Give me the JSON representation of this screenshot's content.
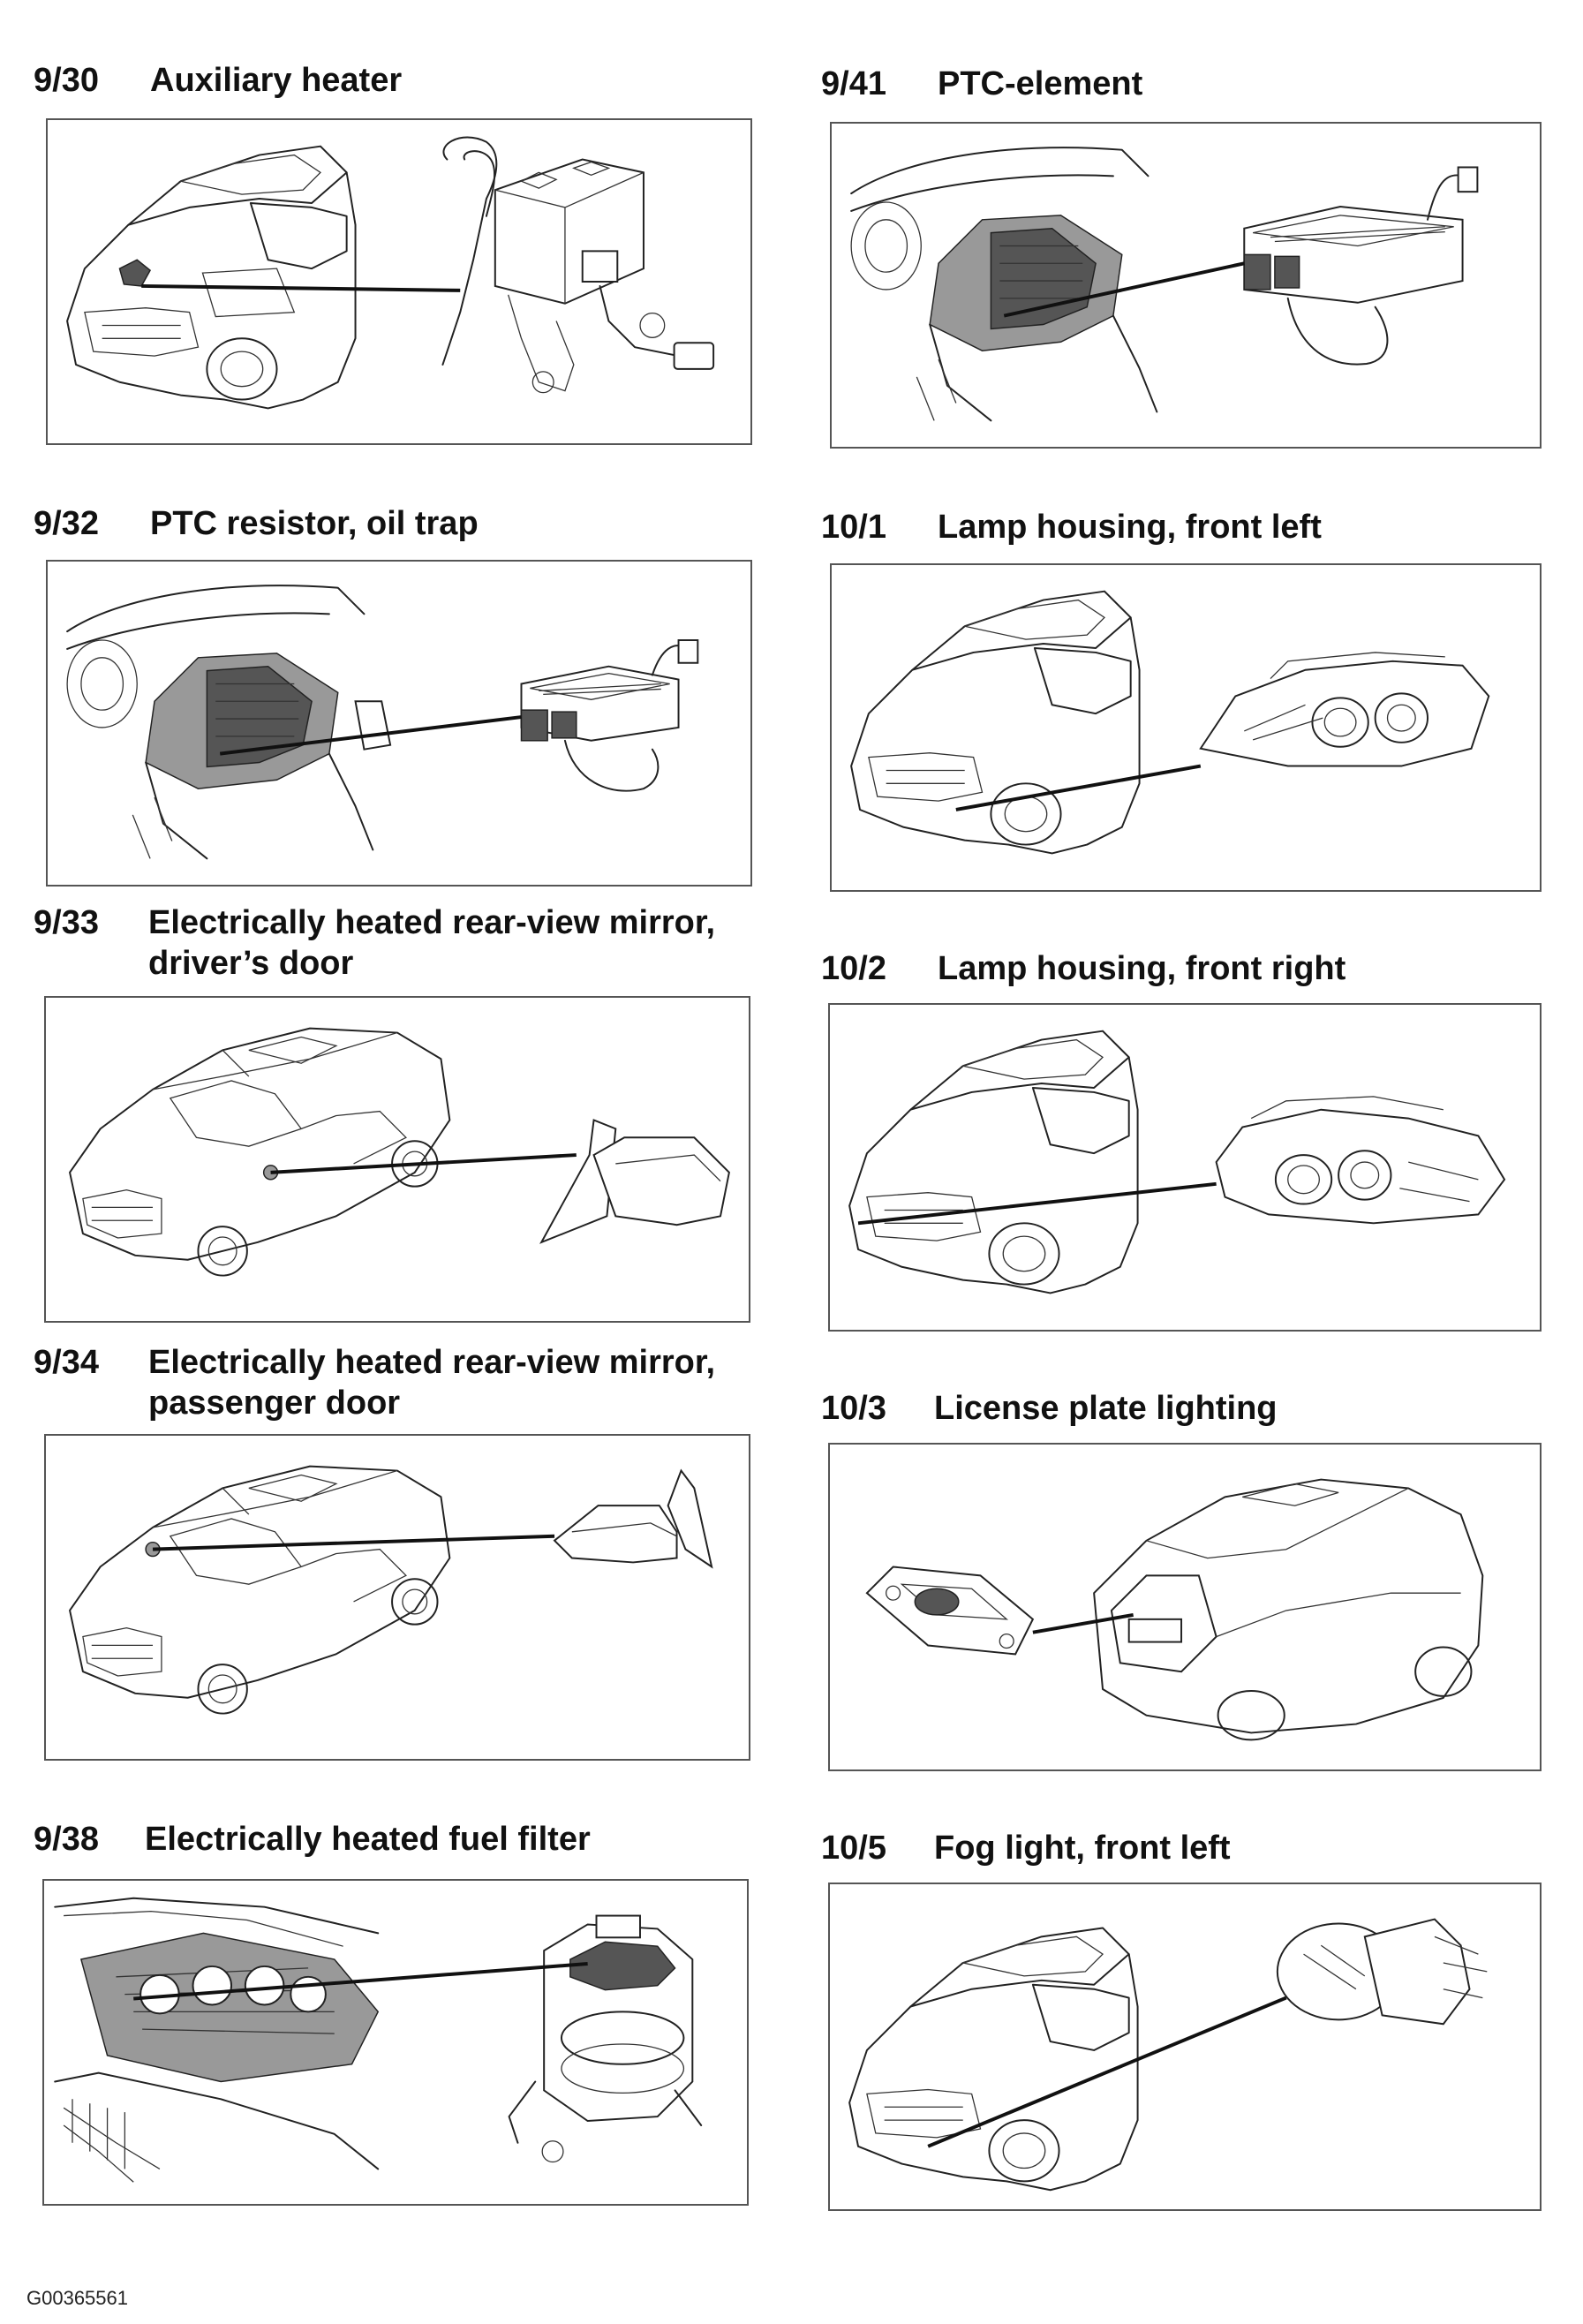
{
  "entries": [
    {
      "code": "9/30",
      "title_lines": [
        "Auxiliary heater"
      ]
    },
    {
      "code": "9/41",
      "title_lines": [
        "PTC-element"
      ]
    },
    {
      "code": "9/32",
      "title_lines": [
        "PTC resistor, oil trap"
      ]
    },
    {
      "code": "10/1",
      "title_lines": [
        "Lamp housing, front left"
      ]
    },
    {
      "code": "9/33",
      "title_lines": [
        "Electrically heated rear-view mirror,",
        "driver’s door"
      ]
    },
    {
      "code": "10/2",
      "title_lines": [
        "Lamp housing, front right"
      ]
    },
    {
      "code": "9/34",
      "title_lines": [
        "Electrically heated rear-view mirror,",
        "passenger door"
      ]
    },
    {
      "code": "10/3",
      "title_lines": [
        "License plate lighting"
      ]
    },
    {
      "code": "9/38",
      "title_lines": [
        "Electrically heated fuel filter"
      ]
    },
    {
      "code": "10/5",
      "title_lines": [
        "Fog light, front left"
      ]
    }
  ],
  "document_id": "G00365561"
}
